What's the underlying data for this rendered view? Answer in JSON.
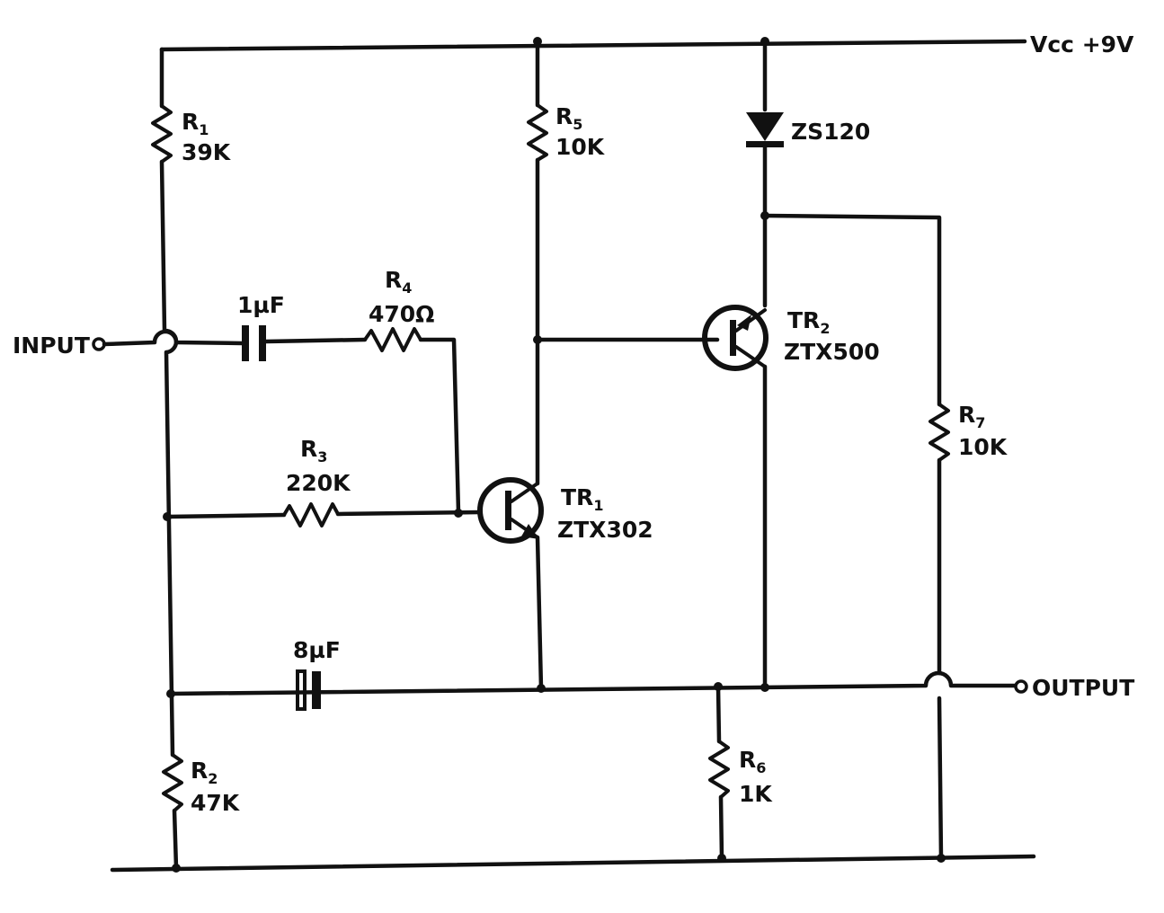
{
  "supply": {
    "label": "Vcc +9V"
  },
  "terminals": {
    "input": "INPUT",
    "output": "OUTPUT"
  },
  "components": {
    "r1": {
      "letter": "R",
      "sub": "1",
      "value": "39K"
    },
    "r2": {
      "letter": "R",
      "sub": "2",
      "value": "47K"
    },
    "r3": {
      "letter": "R",
      "sub": "3",
      "value": "220K"
    },
    "r4": {
      "letter": "R",
      "sub": "4",
      "value": "470Ω"
    },
    "r5": {
      "letter": "R",
      "sub": "5",
      "value": "10K"
    },
    "r6": {
      "letter": "R",
      "sub": "6",
      "value": "1K"
    },
    "r7": {
      "letter": "R",
      "sub": "7",
      "value": "10K"
    },
    "c1": {
      "value": "1µF"
    },
    "c2": {
      "value": "8µF"
    },
    "d1": {
      "part": "ZS120"
    },
    "tr1": {
      "letter": "TR",
      "sub": "1",
      "part": "ZTX302"
    },
    "tr2": {
      "letter": "TR",
      "sub": "2",
      "part": "ZTX500"
    }
  }
}
